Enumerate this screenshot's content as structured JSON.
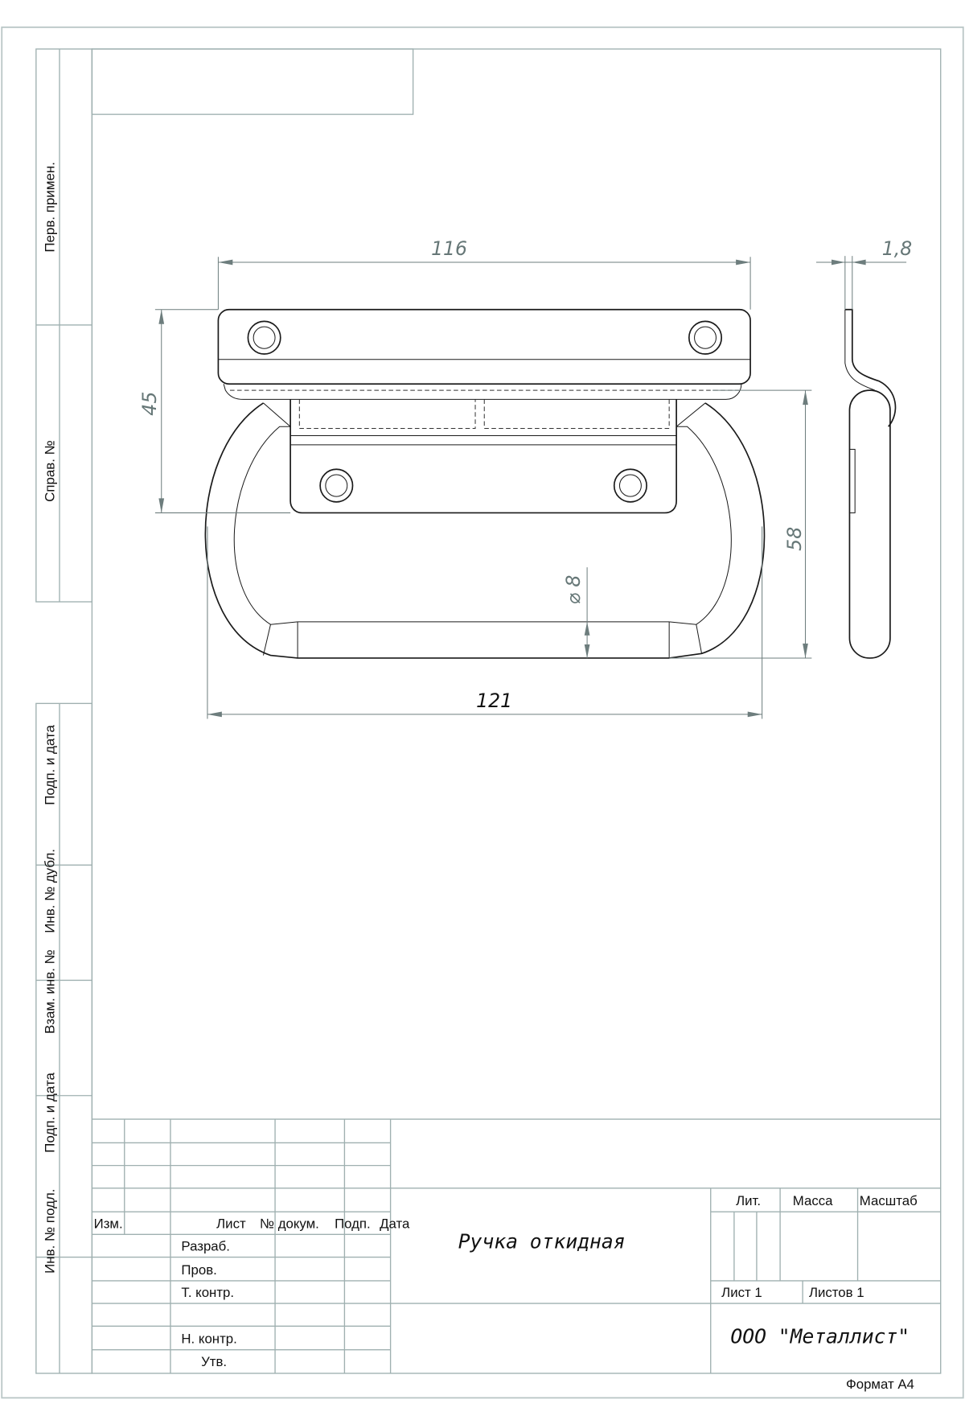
{
  "side_strip": {
    "perv_primen": "Перв. примен.",
    "sprav_no": "Справ. №",
    "podp_data_1": "Подп. и дата",
    "inv_dubl": "Инв. № дубл.",
    "vzam_inv": "Взам. инв. №",
    "podp_data_2": "Подп. и дата",
    "inv_podl": "Инв. № подл."
  },
  "dimensions": {
    "width_top": "116",
    "thickness": "1,8",
    "height_plate": "45",
    "height_total": "58",
    "diameter": "⌀ 8",
    "width_total": "121"
  },
  "title_block": {
    "izm": "Изм.",
    "list": "Лист",
    "no_dokum": "№ докум.",
    "podp": "Подп.",
    "data": "Дата",
    "razrab": "Разраб.",
    "prov": "Пров.",
    "t_kontr": "Т. контр.",
    "n_kontr": "Н. контр.",
    "utv": "Утв.",
    "name": "Ручка откидная",
    "lit": "Лит.",
    "massa": "Масса",
    "masshtab": "Масштаб",
    "sheet": "Лист 1",
    "sheets": "Листов 1",
    "company": "ООО \"Металлист\"",
    "format": "Формат А4"
  }
}
